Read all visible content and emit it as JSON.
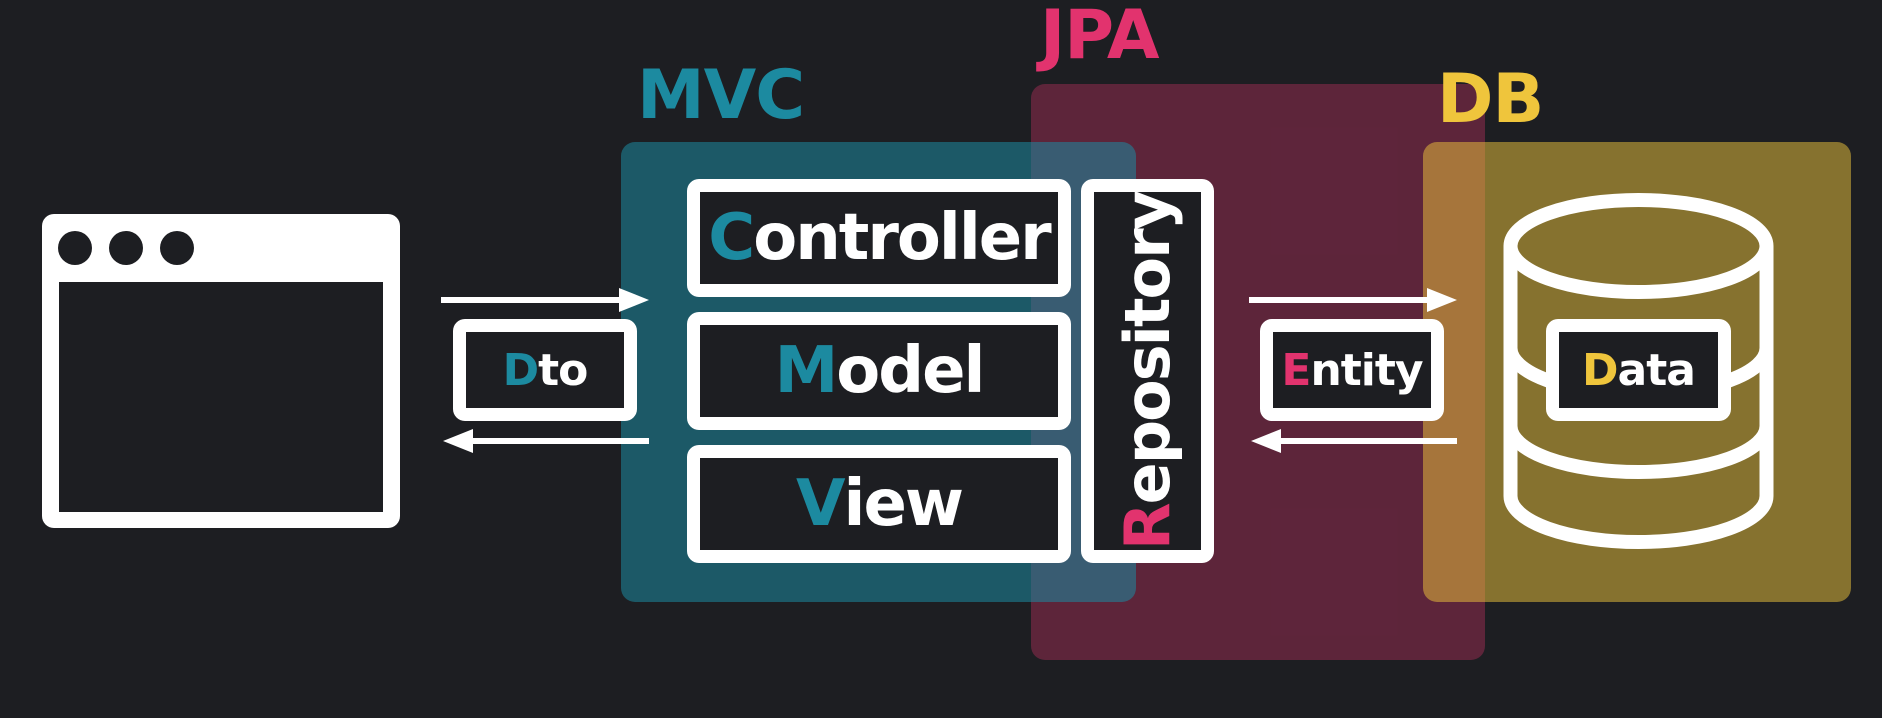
{
  "colors": {
    "background": "#1d1e22",
    "mvc": "#1c8aa0",
    "jpa": "#e2336e",
    "db": "#efc53c",
    "foreground": "#ffffff"
  },
  "regions": {
    "mvc": {
      "title": "MVC"
    },
    "jpa": {
      "title": "JPA"
    },
    "db": {
      "title": "DB"
    }
  },
  "mvc_layers": [
    {
      "initial": "C",
      "rest": "ontroller"
    },
    {
      "initial": "M",
      "rest": "odel"
    },
    {
      "initial": "V",
      "rest": "iew"
    }
  ],
  "repository": {
    "initial": "R",
    "rest": "epository"
  },
  "dto": {
    "initial": "D",
    "rest": "to"
  },
  "entity": {
    "initial": "E",
    "rest": "ntity"
  },
  "data": {
    "initial": "D",
    "rest": "ata"
  },
  "icons": [
    "browser-window-icon",
    "database-cylinder-icon",
    "arrow-right-icon",
    "arrow-left-icon"
  ]
}
